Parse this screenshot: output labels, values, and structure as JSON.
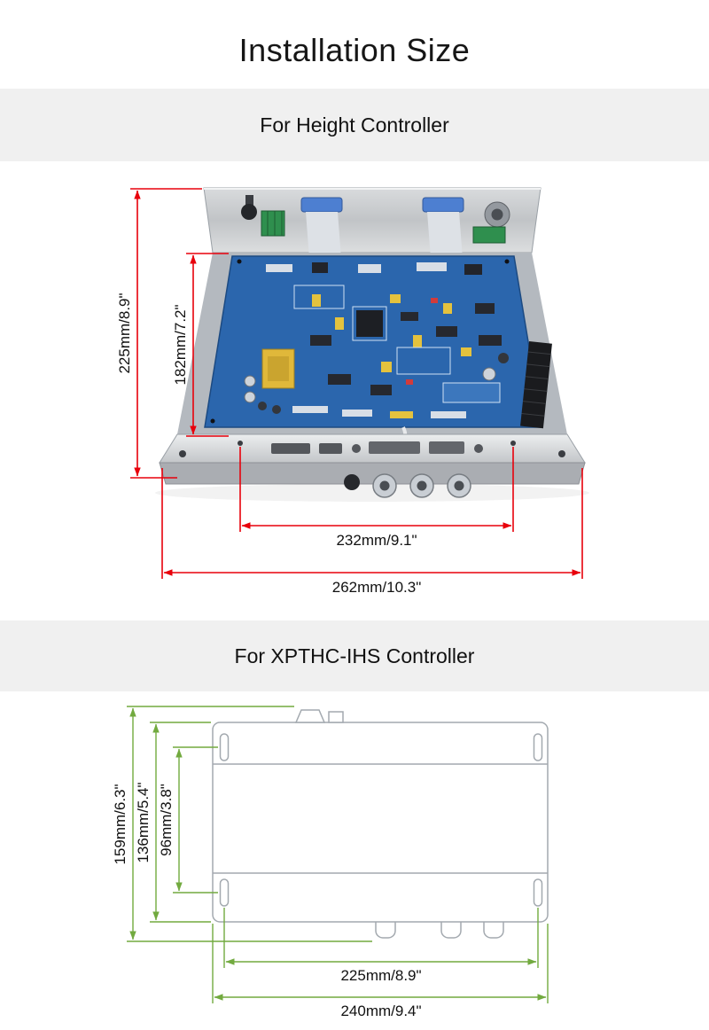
{
  "page": {
    "title": "Installation Size"
  },
  "section1": {
    "heading": "For Height Controller",
    "dims": {
      "outer_height": "225mm/8.9\"",
      "inner_height": "182mm/7.2\"",
      "inner_width": "232mm/9.1\"",
      "outer_width": "262mm/10.3\""
    }
  },
  "section2": {
    "heading": "For XPTHC-IHS Controller",
    "dims": {
      "outer_height": "159mm/6.3\"",
      "body_height": "136mm/5.4\"",
      "hole_height": "96mm/3.8\"",
      "hole_width": "225mm/8.9\"",
      "outer_width": "240mm/9.4\""
    }
  },
  "colors": {
    "dimension_red": "#e8000b",
    "dimension_green": "#72aa3f",
    "band_gray": "#f0f0f0",
    "pcb_blue": "#2b66ad",
    "drawing_gray": "#a3a9af"
  }
}
